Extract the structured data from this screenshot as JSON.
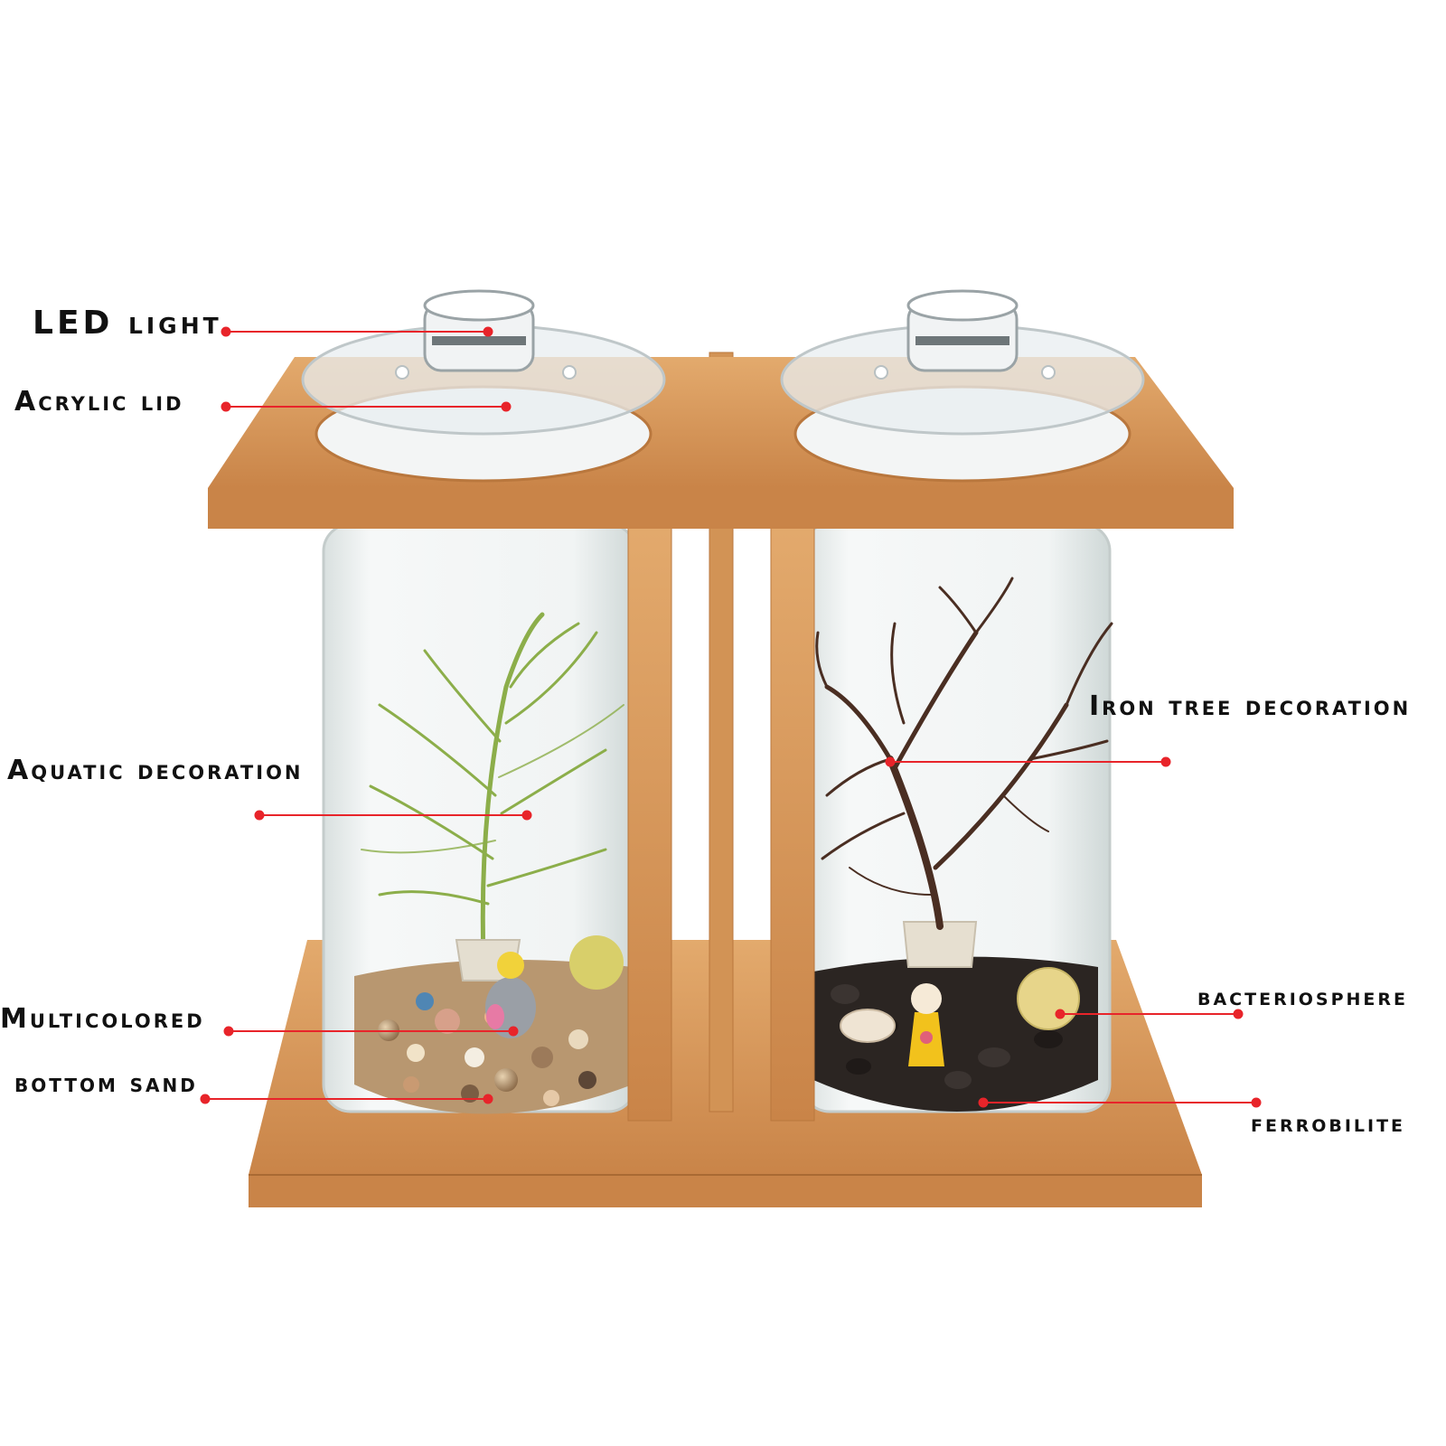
{
  "colors": {
    "background": "#ffffff",
    "leader_line": "#e8242a",
    "label_text": "#111111",
    "bamboo": "#d89a5c",
    "bamboo_dark": "#b9773d",
    "water": "#eef2f1",
    "plant": "#8cae4a",
    "tree": "#4a2e22"
  },
  "labels": {
    "led_light": "LED light",
    "acrylic_lid": "Acrylic lid",
    "aquatic_decoration": "Aquatic decoration",
    "multicolored": "Multicolored",
    "bottom_sand": "bottom sand",
    "iron_tree_decoration": "Iron tree decoration",
    "bacteriosphere": "bacteriosphere",
    "ferrobilite": "ferrobilite"
  },
  "icons": {
    "tanks": "cylinder-tank-icon",
    "lights": "led-light-icon",
    "stand": "bamboo-stand-icon"
  }
}
